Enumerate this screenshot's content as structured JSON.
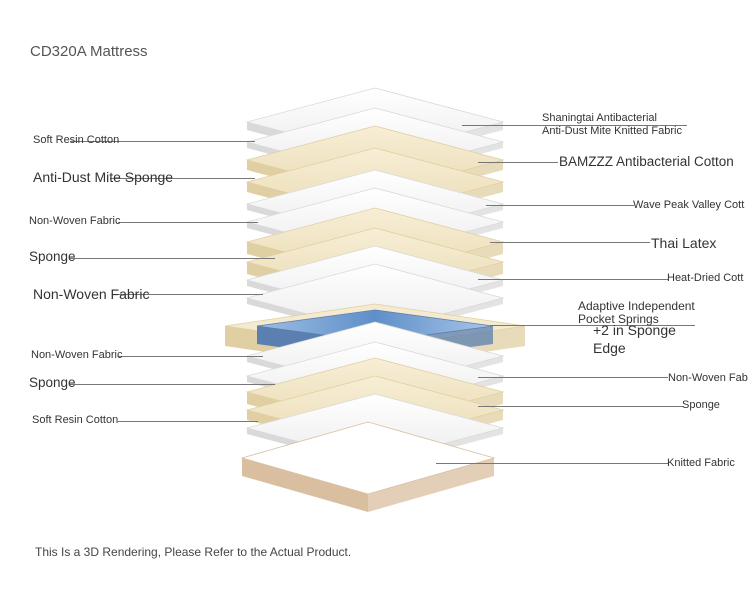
{
  "title": "CD320A Mattress",
  "footnote": "This Is a 3D Rendering, Please Refer to the Actual Product.",
  "left_labels": {
    "l1": "Soft Resin Cotton",
    "l2": "Anti-Dust Mite Sponge",
    "l3": "Non-Woven Fabric",
    "l4": "Sponge",
    "l5": "Non-Woven Fabric",
    "l6": "Non-Woven Fabric",
    "l7": "Sponge",
    "l8": "Soft Resin Cotton"
  },
  "right_labels": {
    "r1a": "Shaningtai Antibacterial",
    "r1b": "Anti-Dust Mite Knitted Fabric",
    "r2": "BAMZZZ Antibacterial Cotton",
    "r3": "Wave Peak Valley Cott",
    "r4": "Thai Latex",
    "r5": "Heat-Dried Cott",
    "r6a": "Adaptive Independent",
    "r6b": "Pocket Springs",
    "r6c": "+2 in Sponge",
    "r6d": "Edge",
    "r7": "Non-Woven Fab",
    "r8": "Sponge",
    "r9": "Knitted Fabric"
  },
  "colors": {
    "white_layer": "#f4f4f4",
    "white_edge": "#d9d9d9",
    "cream_layer": "#f2e6c6",
    "cream_edge": "#e0cfa2",
    "spring_blue": "#7ea6d6",
    "base_trim": "#d9bfa0"
  }
}
